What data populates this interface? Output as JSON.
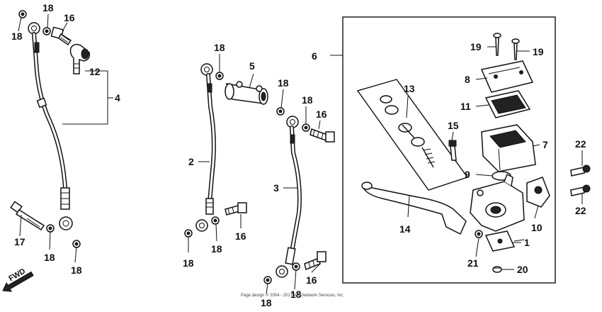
{
  "diagram": {
    "callouts": {
      "c18_tl": "18",
      "c18_tl2": "18",
      "c16_tl": "16",
      "c12": "12",
      "c4": "4",
      "c17": "17",
      "c18_bl": "18",
      "c18_bl2": "18",
      "c18_m1": "18",
      "c5": "5",
      "c18_m2": "18",
      "c18_m3": "18",
      "c16_m1": "16",
      "c2": "2",
      "c3": "3",
      "c16_m2": "16",
      "c18_m4": "18",
      "c18_m5": "18",
      "c16_m3": "16",
      "c18_m6": "18",
      "c18_m7": "18",
      "c6": "6",
      "c13": "13",
      "c14": "14",
      "c15": "15",
      "c19_a": "19",
      "c19_b": "19",
      "c8": "8",
      "c11": "11",
      "c7": "7",
      "c9": "9",
      "c10": "10",
      "c1": "1",
      "c21": "21",
      "c20": "20",
      "c22_a": "22",
      "c22_b": "22"
    },
    "fwd_label": "FWD",
    "copyright": "Page design © 2004 - 2017 ARI Network Services, Inc."
  }
}
